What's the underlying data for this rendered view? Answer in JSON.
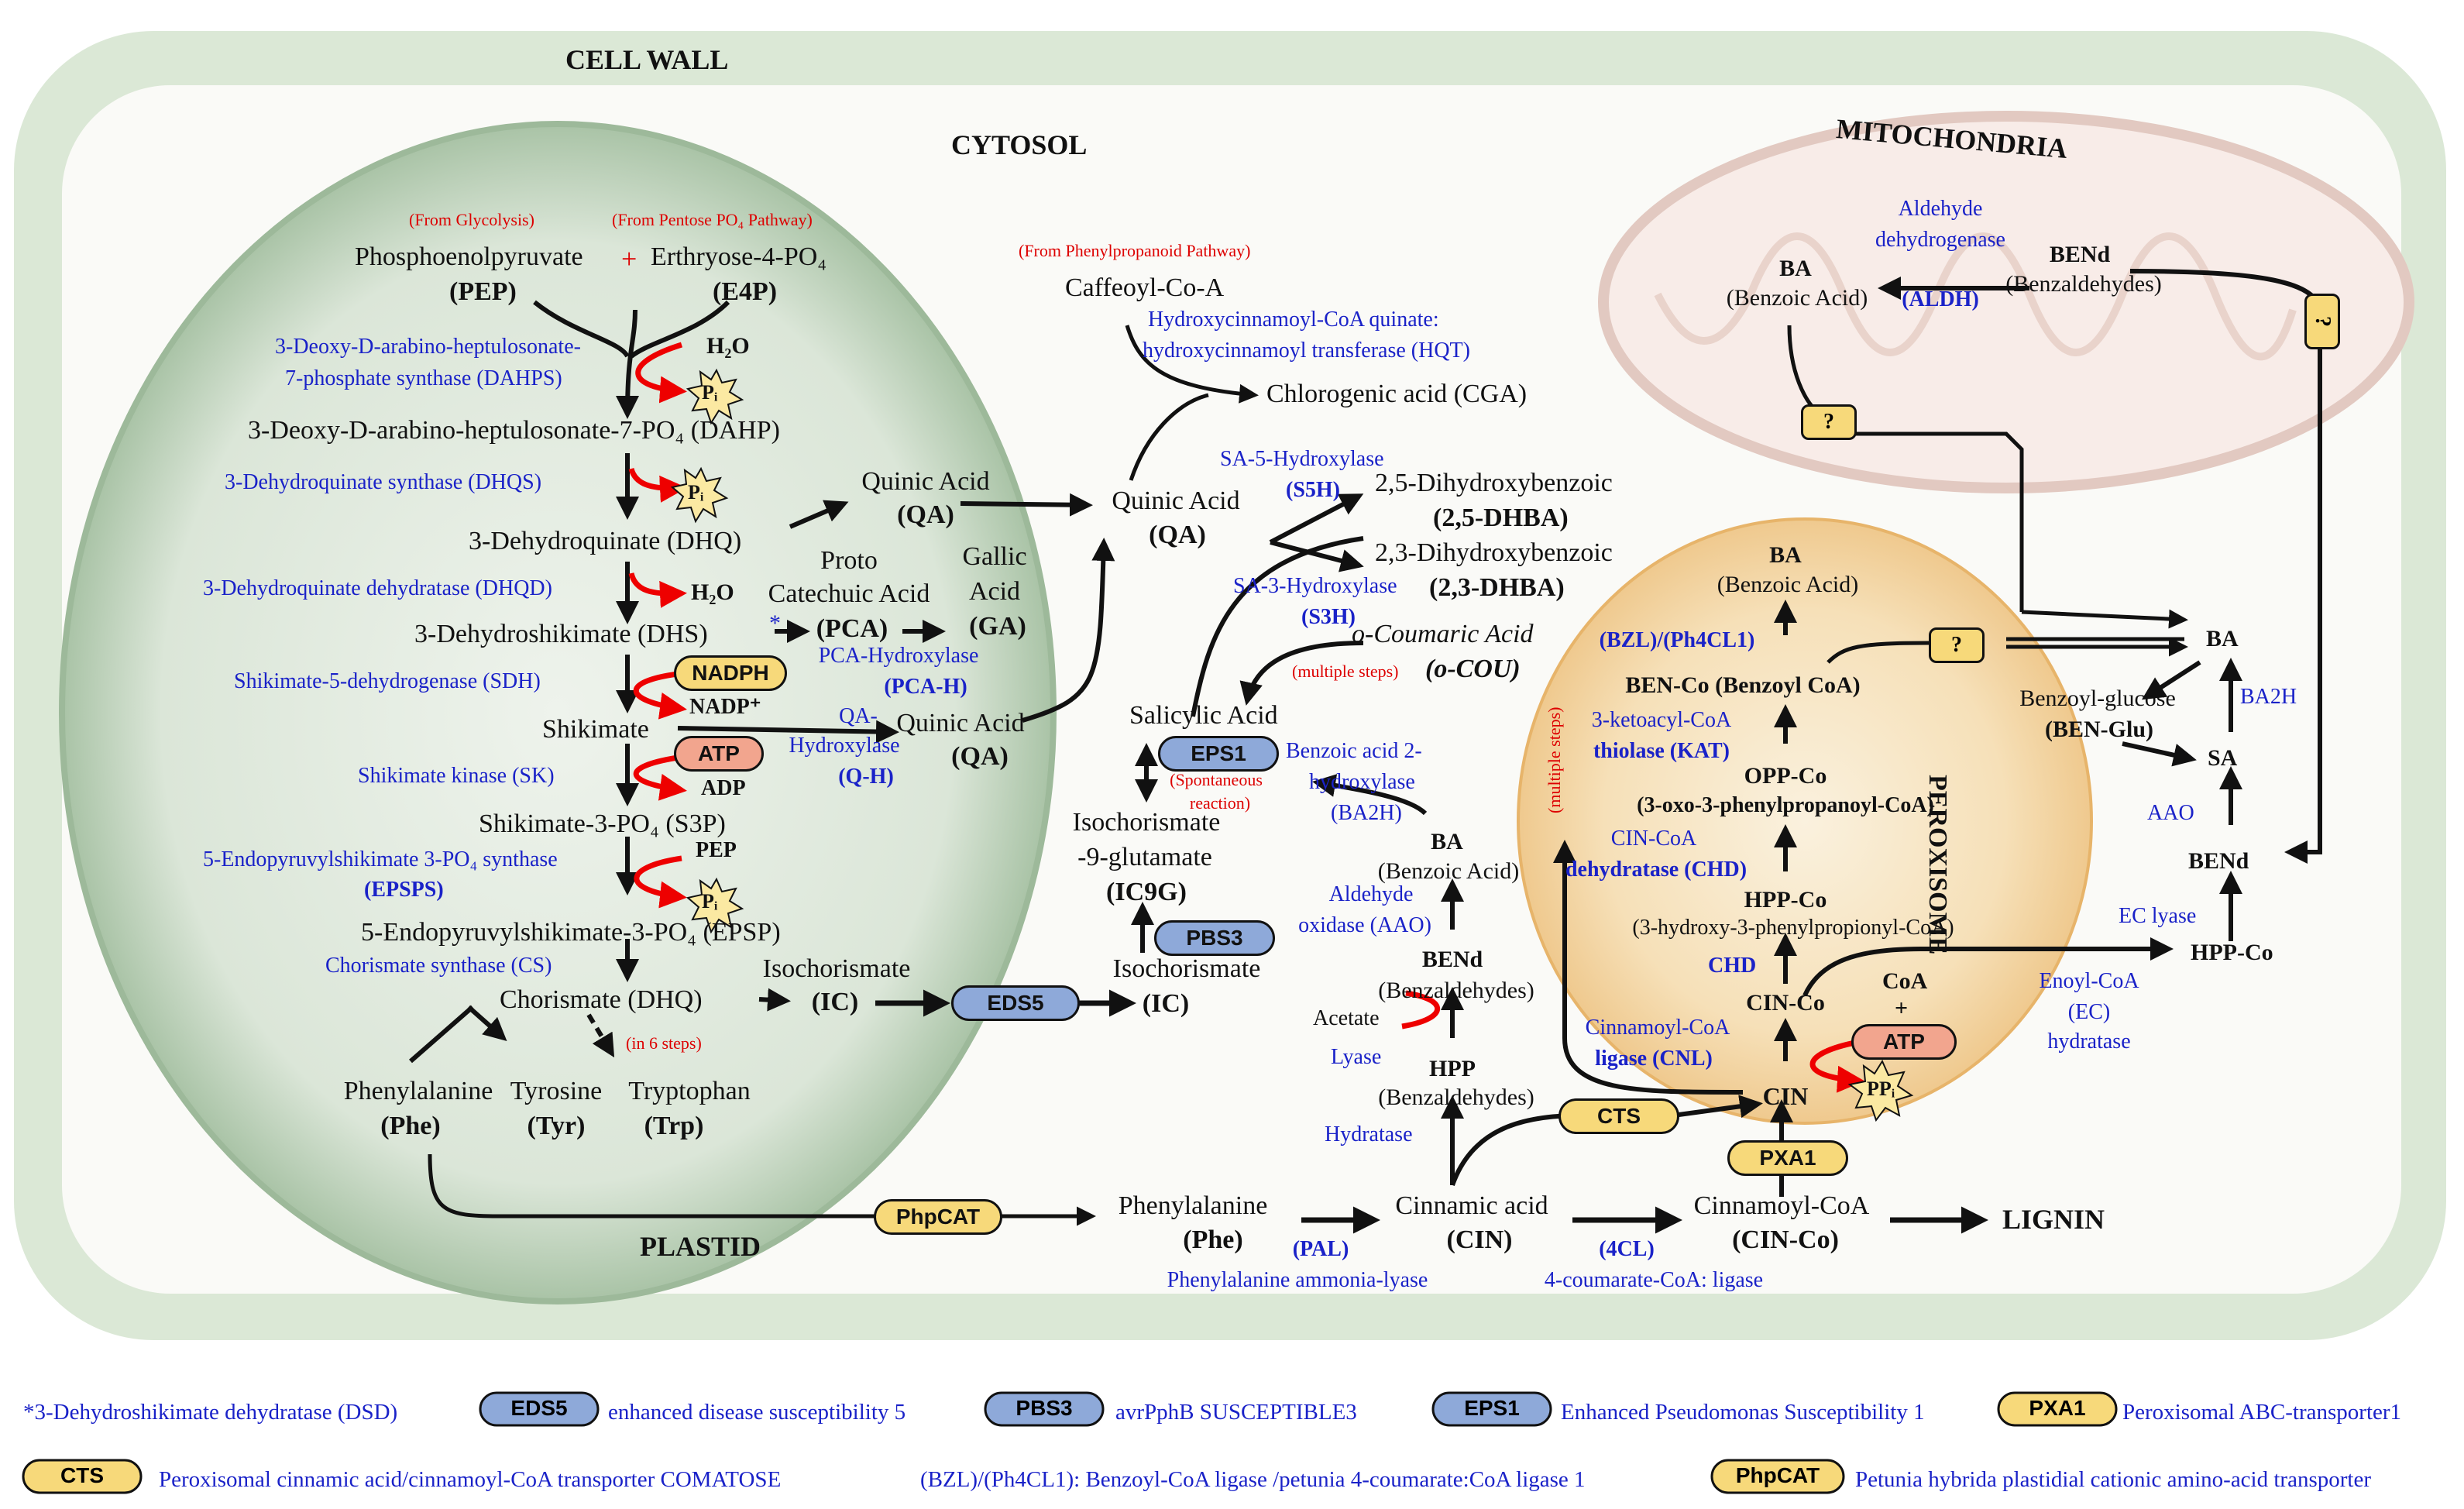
{
  "compartments": {
    "cell_wall": "CELL WALL",
    "cytosol": "CYTOSOL",
    "mitochondria": "MITOCHONDRIA",
    "plastid": "PLASTID",
    "peroxisome": "PEROXISOME"
  },
  "plastid": {
    "from_glycolysis": "(From Glycolysis)",
    "from_pentose": "(From Pentose PO₄ Pathway)",
    "pep_name": "Phosphoenolpyruvate",
    "plus": "+",
    "e4p_name": "Erthryose-4-PO₄",
    "pep_abbr": "(PEP)",
    "e4p_abbr": "(E4P)",
    "dahps_enzyme_1": "3-Deoxy-D-arabino-heptulosonate-",
    "dahps_enzyme_2": "7-phosphate synthase (DAHPS)",
    "h2o_1": "H₂O",
    "pi": "Pᵢ",
    "dahp": "3-Deoxy-D-arabino-heptulosonate-7-PO₄ (DAHP)",
    "dhqs_enzyme": "3-Dehydroquinate synthase (DHQS)",
    "dhq": "3-Dehydroquinate (DHQ)",
    "dhqd_enzyme": "3-Dehydroquinate dehydratase (DHQD)",
    "h2o_2": "H₂O",
    "dhs": "3-Dehydroshikimate (DHS)",
    "asterisk": "*",
    "sdh_enzyme": "Shikimate-5-dehydrogenase (SDH)",
    "nadph": "NADPH",
    "nadp": "NADP⁺",
    "shikimate": "Shikimate",
    "atp": "ATP",
    "adp": "ADP",
    "sk_enzyme": "Shikimate kinase (SK)",
    "s3p": "Shikimate-3-PO₄ (S3P)",
    "epsps_enzyme_1": "5-Endopyruvylshikimate 3-PO₄ synthase",
    "epsps_enzyme_2": "(EPSPS)",
    "pep_small": "PEP",
    "epsp": "5-Endopyruvylshikimate-3-PO₄ (EPSP)",
    "cs_enzyme": "Chorismate synthase (CS)",
    "chorismate": "Chorismate (DHQ)",
    "in6": "(in 6 steps)",
    "phe_name": "Phenylalanine",
    "phe_abbr": "(Phe)",
    "tyr_name": "Tyrosine",
    "tyr_abbr": "(Tyr)",
    "trp_name": "Tryptophan",
    "trp_abbr": "(Trp)",
    "isochorismate": "Isochorismate",
    "ic": "(IC)",
    "quinic": "Quinic Acid",
    "qa": "(QA)",
    "proto_1": "Proto",
    "proto_2": "Catechuic Acid",
    "pca": "(PCA)",
    "gallic_1": "Gallic",
    "gallic_2": "Acid",
    "ga": "(GA)",
    "pcah_1": "PCA-Hydroxylase",
    "pcah_2": "(PCA-H)",
    "qah_1": "QA-",
    "qah_2": "Hydroxylase",
    "qah_3": "(Q-H)",
    "quinic2": "Quinic Acid",
    "qa2": "(QA)"
  },
  "cytosol": {
    "from_phenylpropanoid": "(From Phenylpropanoid Pathway)",
    "caffeoyl": "Caffeoyl-Co-A",
    "hqt_1": "Hydroxycinnamoyl-CoA quinate:",
    "hqt_2": "hydroxycinnamoyl transferase (HQT)",
    "cga": "Chlorogenic acid (CGA)",
    "quinic": "Quinic Acid",
    "qa": "(QA)",
    "s5h_1": "SA-5-Hydroxylase",
    "s5h_2": "(S5H)",
    "dhba25_1": "2,5-Dihydroxybenzoic",
    "dhba25_2": "(2,5-DHBA)",
    "dhba23_1": "2,3-Dihydroxybenzoic",
    "dhba23_2": "(2,3-DHBA)",
    "s3h_1": "SA-3-Hydroxylase",
    "s3h_2": "(S3H)",
    "ocou_1": "o-Coumaric Acid",
    "ocou_2": "(o-COU)",
    "multiple_steps": "(multiple steps)",
    "salicylic": "Salicylic Acid",
    "eps1": "EPS1",
    "spont_1": "(Spontaneous",
    "spont_2": "reaction)",
    "ba2h_1": "Benzoic acid 2-",
    "ba2h_2": "hydroxylase",
    "ba2h_3": "(BA2H)",
    "ic9g_1": "Isochorismate",
    "ic9g_2": "-9-glutamate",
    "ic9g_3": "(IC9G)",
    "pbs3": "PBS3",
    "isochorismate": "Isochorismate",
    "ic": "(IC)",
    "eds5": "EDS5",
    "ba": "BA",
    "ba_full": "(Benzoic Acid)",
    "aao_1": "Aldehyde",
    "aao_2": "oxidase (AAO)",
    "bend": "BENd",
    "bend_full": "(Benzaldehydes)",
    "acetate": "Acetate",
    "lyase": "Lyase",
    "hpp": "HPP",
    "hpp_full": "(Benzaldehydes)",
    "hydratase": "Hydratase",
    "phpcat": "PhpCAT",
    "phe_name": "Phenylalanine",
    "phe_abbr": "(Phe)",
    "pal": "(PAL)",
    "pal_full": "Phenylalanine ammonia-lyase",
    "cin_name": "Cinnamic acid",
    "cin_abbr": "(CIN)",
    "fourcl": "(4CL)",
    "fourcl_full": "4-coumarate-CoA: ligase",
    "cinco_name": "Cinnamoyl-CoA",
    "cinco_abbr": "(CIN-Co)",
    "lignin": "LIGNIN",
    "multiple_steps_v": "(multiple steps)"
  },
  "mito": {
    "aldh_1": "Aldehyde",
    "aldh_2": "dehydrogenase",
    "aldh_3": "(ALDH)",
    "ba": "BA",
    "ba_full": "(Benzoic Acid)",
    "bend": "BENd",
    "bend_full": "(Benzaldehydes)",
    "q": "?"
  },
  "perox": {
    "ba": "BA",
    "ba_full": "(Benzoic Acid)",
    "bzl": "(BZL)/(Ph4CL1)",
    "benco": "BEN-Co (Benzoyl CoA)",
    "kat_1": "3-ketoacyl-CoA",
    "kat_2": "thiolase (KAT)",
    "oppco": "OPP-Co",
    "oppco_full": "(3-oxo-3-phenylpropanoyl-CoA)",
    "chd_1": "CIN-CoA",
    "chd_2": "dehydratase (CHD)",
    "hppco": "HPP-Co",
    "hppco_full": "(3-hydroxy-3-phenylpropionyl-CoA)",
    "chd": "CHD",
    "cinco": "CIN-Co",
    "coa": "CoA",
    "plus": "+",
    "atp": "ATP",
    "ppi": "PPᵢ",
    "cnl_1": "Cinnamoyl-CoA",
    "cnl_2": "ligase (CNL)",
    "cin": "CIN",
    "cts": "CTS",
    "pxa1": "PXA1",
    "q": "?"
  },
  "right": {
    "ba": "BA",
    "benzoyl_glucose": "Benzoyl-glucose",
    "ben_glu": "(BEN-Glu)",
    "ba2h": "BA2H",
    "sa": "SA",
    "aao": "AAO",
    "bend": "BENd",
    "ec_lyase": "EC lyase",
    "hppco": "HPP-Co",
    "enoyl_1": "Enoyl-CoA",
    "enoyl_2": "(EC)",
    "enoyl_3": "hydratase",
    "q": "?"
  },
  "legend": {
    "dsd": "*3-Dehydroshikimate dehydratase (DSD)",
    "eds5": "EDS5",
    "eds5_text": "enhanced  disease susceptibility 5",
    "pbs3": "PBS3",
    "pbs3_text": "avrPphB SUSCEPTIBLE3",
    "eps1": "EPS1",
    "eps1_text": "Enhanced Pseudomonas Susceptibility 1",
    "pxa1": "PXA1",
    "pxa1_text": "Peroxisomal ABC-transporter1",
    "cts": "CTS",
    "cts_text": "Peroxisomal cinnamic acid/cinnamoyl-CoA transporter COMATOSE",
    "bzl_text": "(BZL)/(Ph4CL1): Benzoyl-CoA ligase /petunia 4-coumarate:CoA  ligase 1",
    "phpcat": "PhpCAT",
    "phpcat_text": "Petunia hybrida plastidial cationic amino-acid transporter"
  },
  "colors": {
    "enzyme": "#1a22c8",
    "note": "#dd0000",
    "cell_wall": "#d9e6d3",
    "plastid": "#9db99a",
    "peroxisome": "#f3cf94",
    "mito": "#e6cfc7",
    "blue_pill": "#8ea9d9",
    "yellow_pill": "#f7d97a",
    "salmon_pill": "#f2a58e"
  }
}
